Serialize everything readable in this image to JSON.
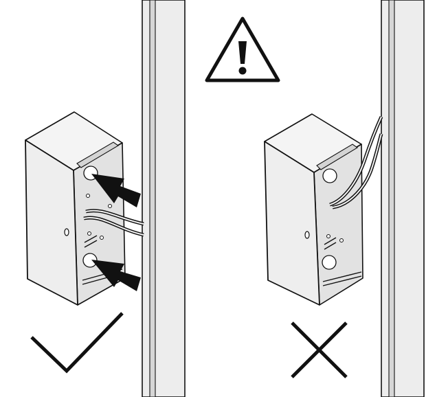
{
  "figure": {
    "panels": [
      {
        "id": "correct",
        "verdict_symbol": "check-mark",
        "cable_routing": "side-entry"
      },
      {
        "id": "incorrect",
        "verdict_symbol": "cross-mark",
        "cable_routing": "top-entry"
      }
    ],
    "warning_symbol": "warning-triangle-icon",
    "colors": {
      "line": "#111111",
      "frame": "#ececec",
      "frame_edge": "#c8c8c8",
      "box_front": "#ededed",
      "box_side": "#e0e0e0",
      "box_top": "#f4f4f4",
      "arrow": "#111111"
    }
  }
}
